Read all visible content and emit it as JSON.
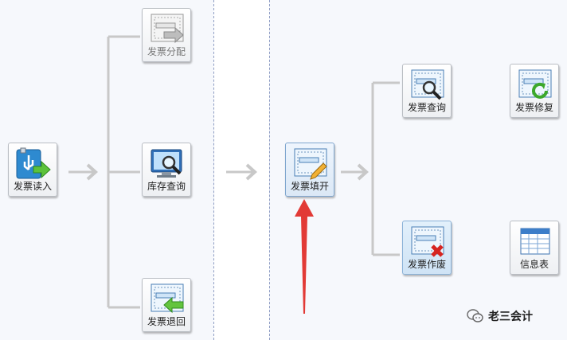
{
  "tiles": {
    "invoice_read": "发票读入",
    "invoice_allocate": "发票分配",
    "inventory_query": "库存查询",
    "invoice_return": "发票退回",
    "invoice_fill": "发票填开",
    "invoice_query": "发票查询",
    "invoice_void": "发票作废",
    "invoice_repair": "发票修复",
    "info_table": "信息表"
  },
  "watermark": {
    "text": "老三会计"
  },
  "colors": {
    "accent_red": "#e23a36",
    "connector": "#c8c8c8",
    "tile_border": "#b9bdc3",
    "active_border": "#7fa6cf"
  },
  "icons": {
    "invoice_read": "usb-arrow-icon",
    "invoice_allocate": "invoice-forward-icon",
    "inventory_query": "monitor-magnifier-icon",
    "invoice_return": "invoice-back-arrow-icon",
    "invoice_fill": "invoice-pencil-icon",
    "invoice_query": "invoice-magnifier-icon",
    "invoice_void": "invoice-red-x-icon",
    "invoice_repair": "invoice-refresh-icon",
    "info_table": "table-grid-icon"
  }
}
